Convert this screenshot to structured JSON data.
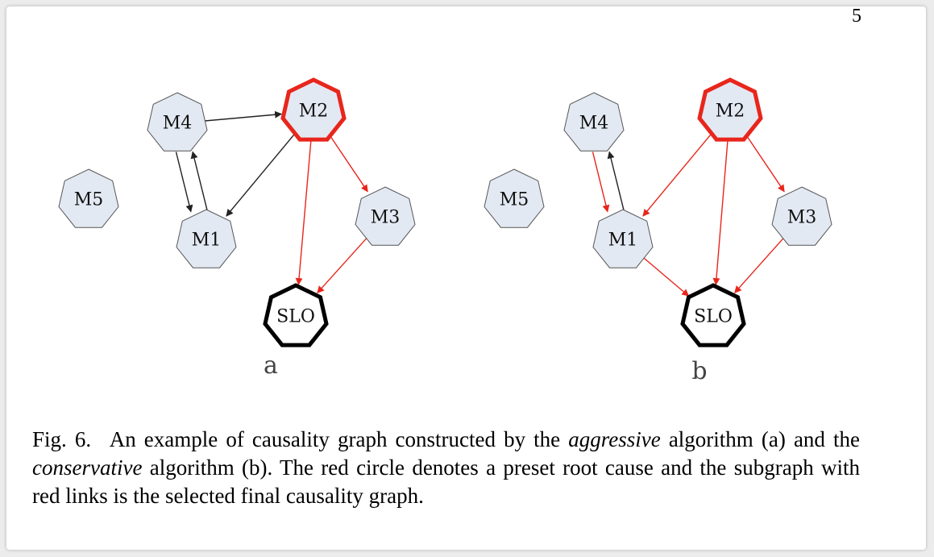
{
  "page": {
    "number": "5"
  },
  "figure": {
    "panels": [
      {
        "label": "a",
        "nodes": [
          {
            "id": "M4",
            "label": "M4",
            "kind": "normal"
          },
          {
            "id": "M2",
            "label": "M2",
            "kind": "root"
          },
          {
            "id": "M5",
            "label": "M5",
            "kind": "normal"
          },
          {
            "id": "M1",
            "label": "M1",
            "kind": "normal"
          },
          {
            "id": "M3",
            "label": "M3",
            "kind": "normal"
          },
          {
            "id": "SLO",
            "label": "SLO",
            "kind": "slo"
          }
        ],
        "edges": [
          {
            "from": "M4",
            "to": "M2",
            "color": "black"
          },
          {
            "from": "M4",
            "to": "M1",
            "color": "black"
          },
          {
            "from": "M1",
            "to": "M4",
            "color": "black"
          },
          {
            "from": "M2",
            "to": "M1",
            "color": "black"
          },
          {
            "from": "M2",
            "to": "M3",
            "color": "red"
          },
          {
            "from": "M2",
            "to": "SLO",
            "color": "red"
          },
          {
            "from": "M3",
            "to": "SLO",
            "color": "red"
          }
        ]
      },
      {
        "label": "b",
        "nodes": [
          {
            "id": "M4",
            "label": "M4",
            "kind": "normal"
          },
          {
            "id": "M2",
            "label": "M2",
            "kind": "root"
          },
          {
            "id": "M5",
            "label": "M5",
            "kind": "normal"
          },
          {
            "id": "M1",
            "label": "M1",
            "kind": "normal"
          },
          {
            "id": "M3",
            "label": "M3",
            "kind": "normal"
          },
          {
            "id": "SLO",
            "label": "SLO",
            "kind": "slo"
          }
        ],
        "edges": [
          {
            "from": "M1",
            "to": "M4",
            "color": "black"
          },
          {
            "from": "M4",
            "to": "M1",
            "color": "red"
          },
          {
            "from": "M2",
            "to": "M1",
            "color": "red"
          },
          {
            "from": "M2",
            "to": "M3",
            "color": "red"
          },
          {
            "from": "M2",
            "to": "SLO",
            "color": "red"
          },
          {
            "from": "M1",
            "to": "SLO",
            "color": "red"
          },
          {
            "from": "M3",
            "to": "SLO",
            "color": "red"
          }
        ]
      }
    ],
    "colors": {
      "node_fill": "#e3e9f3",
      "node_stroke": "#555555",
      "root_stroke": "#e8261c",
      "slo_stroke": "#000000",
      "red_edge": "#e8261c",
      "black_edge": "#222222"
    }
  },
  "caption": {
    "prefix": "Fig. 6.",
    "t1": "An example of causality graph constructed by the ",
    "em1": "aggressive",
    "t2": " algorithm (a) and the ",
    "em2": "conservative",
    "t3": " algorithm (b). The red circle denotes a preset root cause and the subgraph with red links is the selected final causality graph."
  }
}
